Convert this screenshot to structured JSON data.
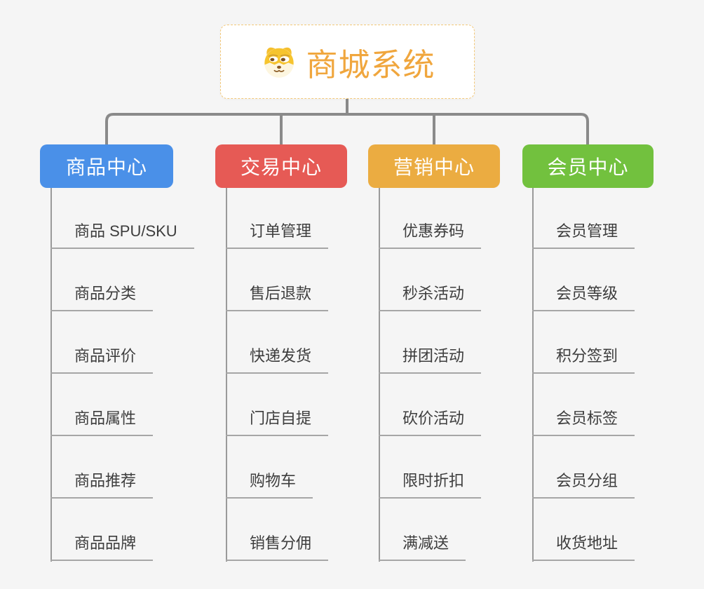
{
  "page": {
    "background_color": "#f5f5f5",
    "connector_color": "#8a8a8a"
  },
  "root": {
    "title": "商城系统",
    "icon": "dog-face-icon",
    "text_color": "#f0a63d",
    "border_color": "#f3c879"
  },
  "branches": [
    {
      "label": "商品中心",
      "color": "#4a90e8",
      "items": [
        "商品 SPU/SKU",
        "商品分类",
        "商品评价",
        "商品属性",
        "商品推荐",
        "商品品牌"
      ]
    },
    {
      "label": "交易中心",
      "color": "#e65a55",
      "items": [
        "订单管理",
        "售后退款",
        "快递发货",
        "门店自提",
        "购物车",
        "销售分佣"
      ]
    },
    {
      "label": "营销中心",
      "color": "#ebac41",
      "items": [
        "优惠券码",
        "秒杀活动",
        "拼团活动",
        "砍价活动",
        "限时折扣",
        "满减送"
      ]
    },
    {
      "label": "会员中心",
      "color": "#72c13e",
      "items": [
        "会员管理",
        "会员等级",
        "积分签到",
        "会员标签",
        "会员分组",
        "收货地址"
      ]
    }
  ]
}
